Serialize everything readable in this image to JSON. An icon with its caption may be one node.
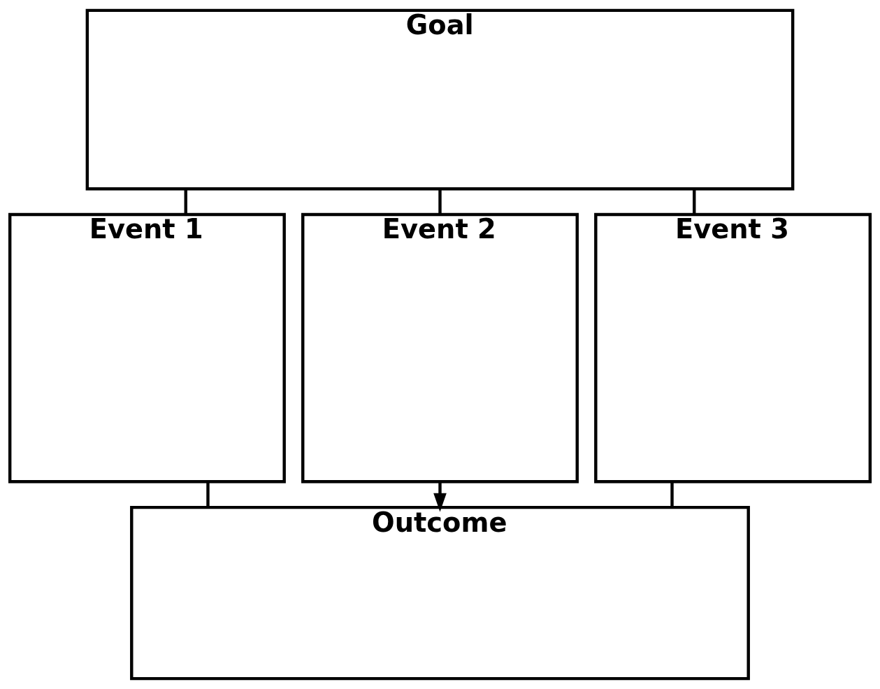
{
  "diagram": {
    "nodes": [
      {
        "text": [
          "Goal"
        ]
      },
      {
        "text": [
          "Event 1"
        ]
      },
      {
        "text": [
          "Event 2"
        ]
      },
      {
        "text": [
          "Event 3"
        ]
      },
      {
        "text": [
          "Outcome"
        ]
      }
    ],
    "edges": [
      {
        "from": 0,
        "to": 1,
        "arrow": "none"
      },
      {
        "from": 0,
        "to": 2,
        "arrow": "none"
      },
      {
        "from": 0,
        "to": 3,
        "arrow": "none"
      },
      {
        "from": 1,
        "to": 4,
        "arrow": "none"
      },
      {
        "from": 2,
        "to": 4,
        "arrow": "to"
      },
      {
        "from": 3,
        "to": 4,
        "arrow": "none"
      }
    ]
  }
}
